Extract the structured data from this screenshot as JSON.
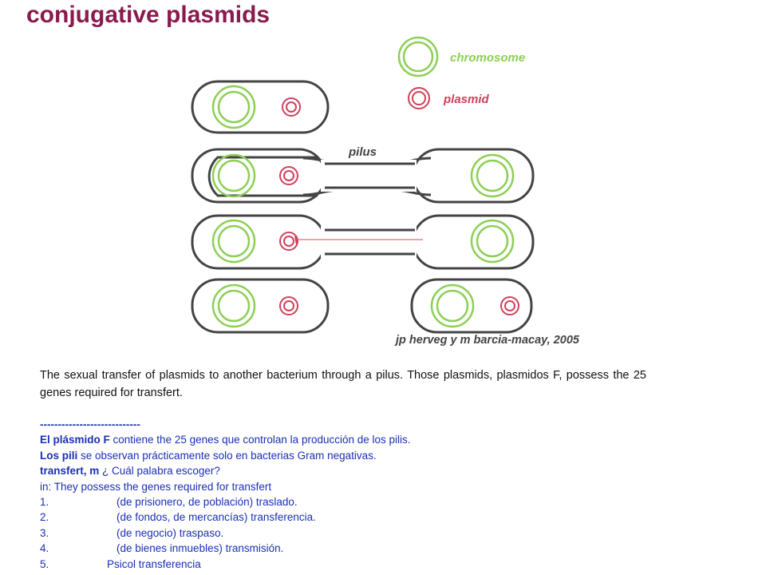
{
  "title": "conjugative plasmids",
  "legend": {
    "chromosome": "chromosome",
    "plasmid": "plasmid"
  },
  "labels": {
    "pilus": "pilus",
    "credit": "jp herveg y m barcia-macay, 2005"
  },
  "colors": {
    "title": "#8a1a4e",
    "chromosome": "#8ccf55",
    "plasmid": "#d0405a",
    "gloss": "#1a2fb5"
  },
  "paragraph": "The sexual transfer of plasmids to another bacterium through a pilus. Those plasmids, plasmidos F, possess the 25 genes required for transfert.",
  "gloss": {
    "divider": "----------------------------",
    "line1_bold": "El plásmido F",
    "line1_rest": " contiene the 25 genes que controlan la producción de los pilis.",
    "line2_bold": "Los pili",
    "line2_rest": " se observan prácticamente solo en bacterias Gram negativas.",
    "line3_bold": "transfert, m",
    "line3_rest": " ¿ Cuál palabra escoger?",
    "line4": "in: They possess the genes required for transfert",
    "items": [
      {
        "num": "1.",
        "text": "(de prisionero, de población) traslado."
      },
      {
        "num": "2.",
        "text": "(de fondos, de mercancías) transferencia."
      },
      {
        "num": "3.",
        "text": "(de negocio) traspaso."
      },
      {
        "num": "4.",
        "text": "(de bienes inmuebles) transmisión."
      },
      {
        "num": "5.",
        "text": "Psicol transferencia"
      }
    ]
  }
}
